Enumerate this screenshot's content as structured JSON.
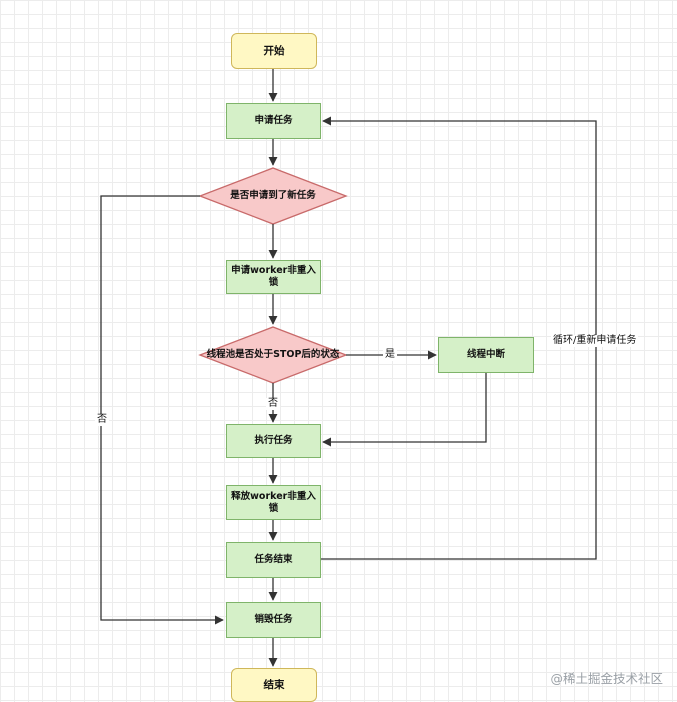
{
  "flowchart": {
    "start": "开始",
    "apply_task": "申请任务",
    "got_new_task": "是否申请到了新任务",
    "apply_lock": "申请worker非重入锁",
    "pool_stop_check": "线程池是否处于STOP后的状态",
    "thread_interrupt": "线程中断",
    "run_task": "执行任务",
    "release_lock": "释放worker非重入锁",
    "task_end": "任务结束",
    "destroy_task": "销毁任务",
    "end": "结束"
  },
  "edges": {
    "yes": "是",
    "no_to_run": "否",
    "no_to_destroy": "否",
    "loop": "循环/重新申请任务"
  },
  "watermark": "@稀土掘金技术社区",
  "colors": {
    "process_fill": "#d5f0c8",
    "process_border": "#7fb46a",
    "decision_fill": "#f8c9c9",
    "decision_border": "#c86a6a",
    "terminal_fill": "#fff8c4",
    "terminal_border": "#cfb75a",
    "edge": "#333333"
  }
}
